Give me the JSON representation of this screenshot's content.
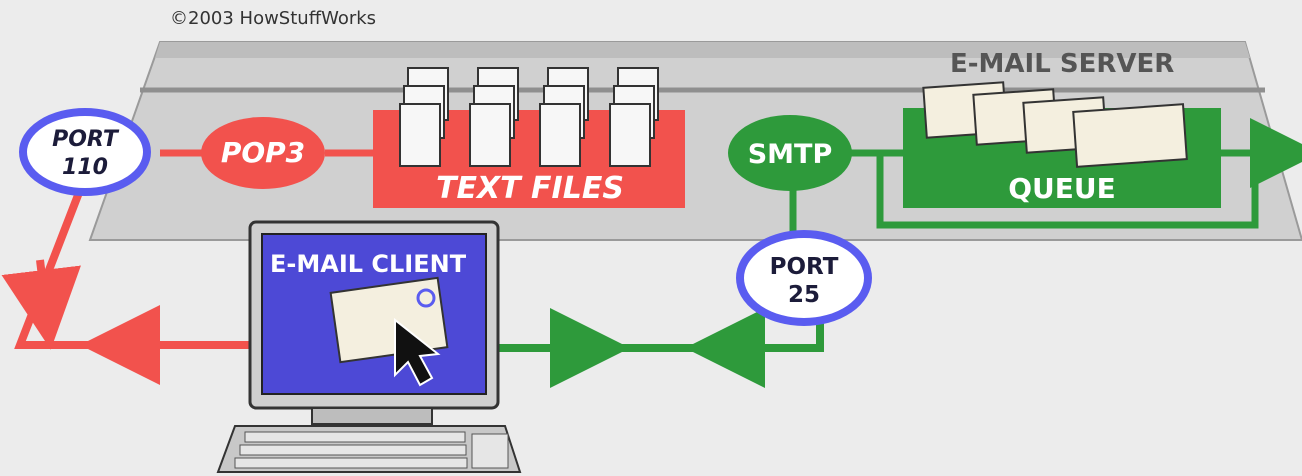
{
  "copyright": "©2003 HowStuffWorks",
  "server_label": "E-MAIL SERVER",
  "client_label": "E-MAIL CLIENT",
  "nodes": {
    "port110": [
      "PORT",
      "110"
    ],
    "pop3": "POP3",
    "text_files": "TEXT FILES",
    "smtp": "SMTP",
    "queue": "QUEUE",
    "port25": [
      "PORT",
      "25"
    ]
  },
  "colors": {
    "pop_red": "#f2524d",
    "smtp_green": "#2e9a3b",
    "port_ring": "#5a5cf0",
    "server_band": "#cfcfcf",
    "client_screen": "#4d49d6"
  }
}
